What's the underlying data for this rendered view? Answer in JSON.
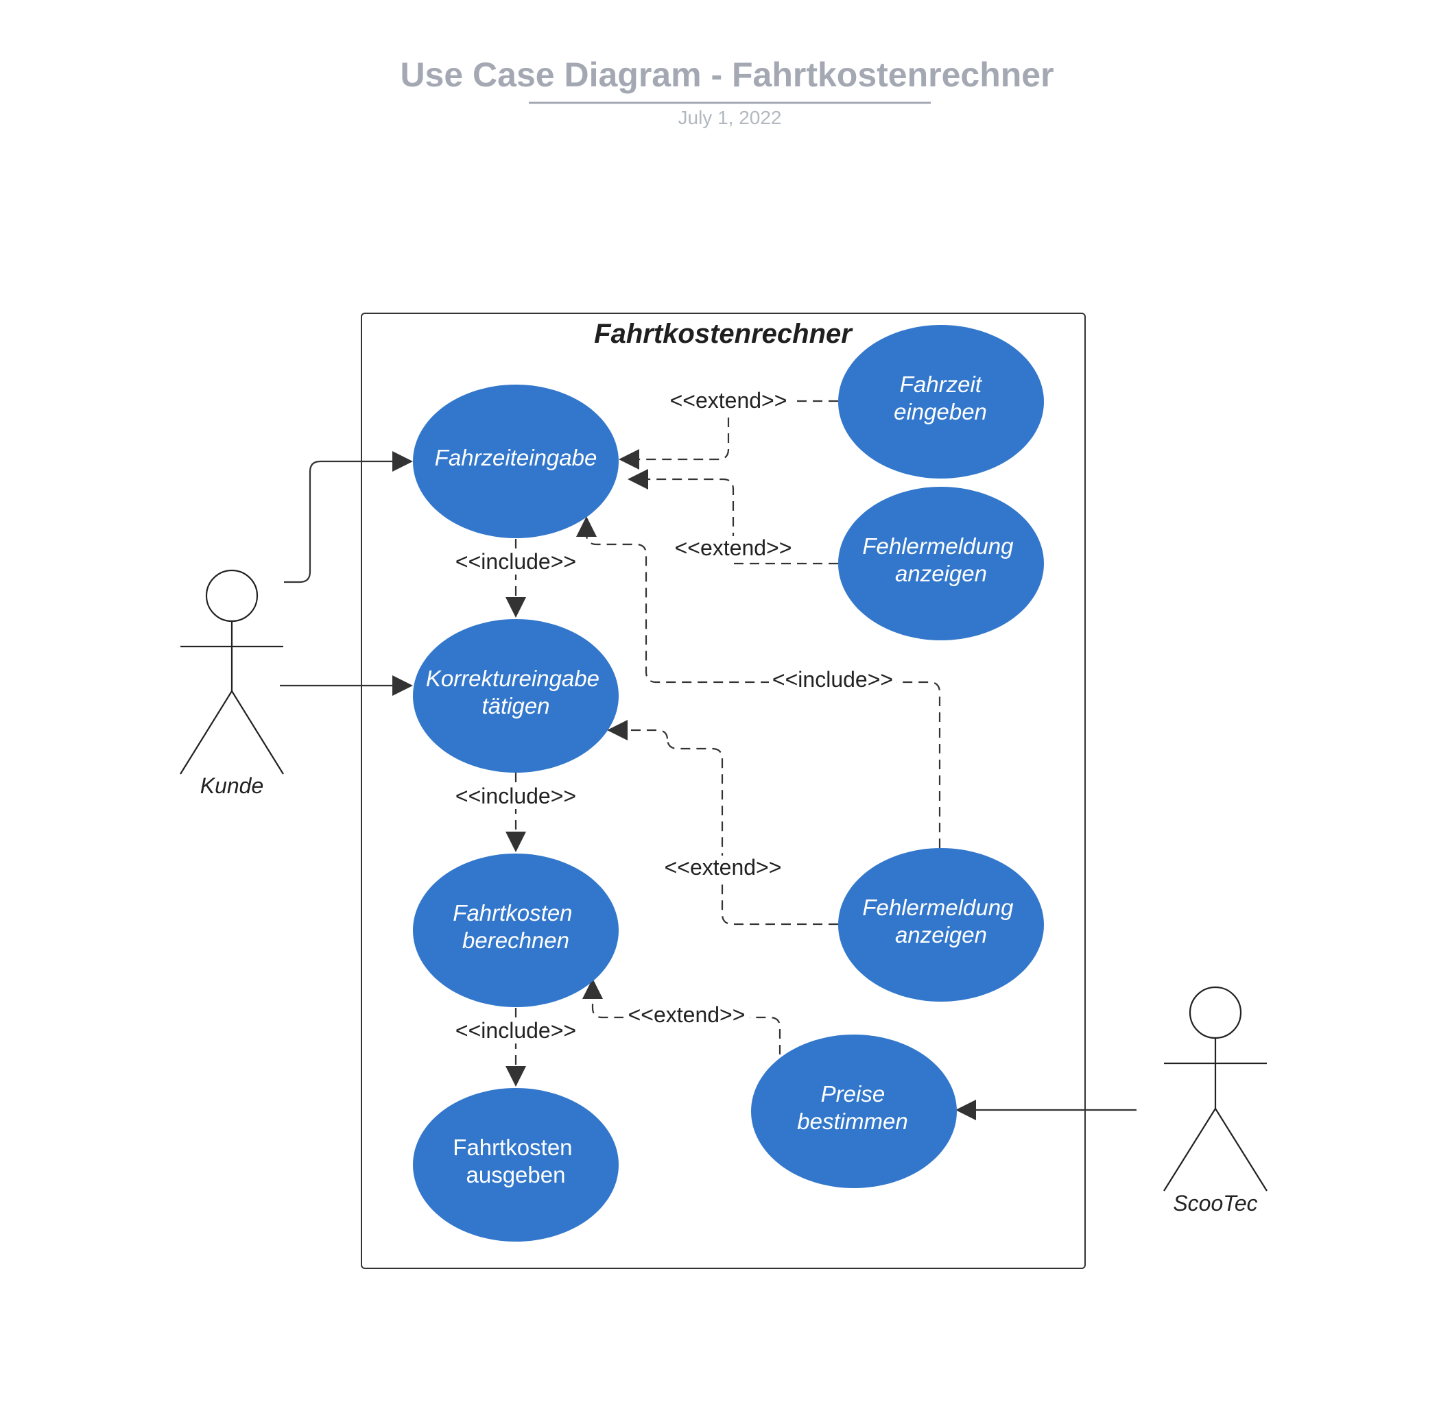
{
  "header": {
    "title": "Use Case Diagram - Fahrtkostenrechner",
    "date": "July 1, 2022"
  },
  "system": {
    "title": "Fahrtkostenrechner"
  },
  "actors": {
    "kunde": "Kunde",
    "scootec": "ScooTec"
  },
  "use_cases": {
    "fahrzeiteingabe": [
      "Fahrzeiteingabe"
    ],
    "fahrzeit_eingeben": [
      "Fahrzeit",
      "eingeben"
    ],
    "fehlermeldung_1": [
      "Fehlermeldung",
      "anzeigen"
    ],
    "korrektureingabe": [
      "Korrektureingabe",
      "tätigen"
    ],
    "fehlermeldung_2": [
      "Fehlermeldung",
      "anzeigen"
    ],
    "fahrtkosten_berechnen": [
      "Fahrtkosten",
      "berechnen"
    ],
    "preise_bestimmen": [
      "Preise",
      "bestimmen"
    ],
    "fahrtkosten_ausgeben": [
      "Fahrtkosten",
      "ausgeben"
    ]
  },
  "relations": {
    "extend_1": "<<extend>>",
    "extend_2": "<<extend>>",
    "include_1": "<<include>>",
    "include_right": "<<include>>",
    "include_2": "<<include>>",
    "extend_3": "<<extend>>",
    "include_3": "<<include>>",
    "extend_4": "<<extend>>"
  },
  "colors": {
    "use_case_fill": "#3277cb",
    "title": "#a3a8b3",
    "text": "#222222"
  }
}
